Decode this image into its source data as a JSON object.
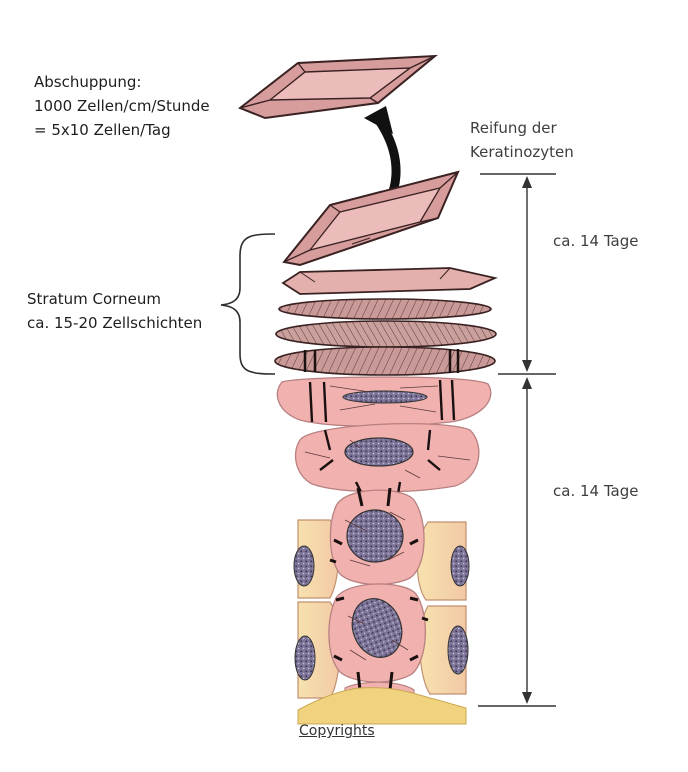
{
  "labels": {
    "shedding_title": "Abschuppung:",
    "shedding_rate": "1000 Zellen/cm/Stunde",
    "shedding_day": "= 5x10  Zellen/Tag",
    "maturation_line1": "Reifung der",
    "maturation_line2": "Keratinozyten",
    "duration_upper": "ca. 14 Tage",
    "duration_lower": "ca. 14 Tage",
    "corneum_title": "Stratum Corneum",
    "corneum_layers": "ca. 15-20 Zellschichten"
  },
  "footer": {
    "copyright_link": "Copyrights"
  },
  "colors": {
    "flake_fill": "#d9a0a0",
    "flake_inner": "#ecbcba",
    "flake_stroke": "#3a2222",
    "cell_pink": "#f2b2b0",
    "cell_yellow": "#f6dca6",
    "nucleus": "#8a80a4",
    "basement": "#f0d080",
    "arrow": "#111111",
    "line": "#333333"
  }
}
